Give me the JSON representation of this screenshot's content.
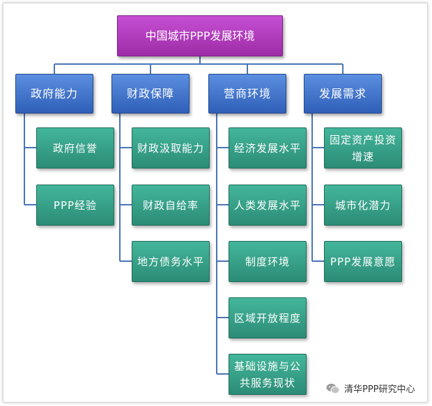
{
  "root": {
    "label": "中国城市PPP发展环境"
  },
  "categories": [
    {
      "label": "政府能力",
      "items": [
        "政府信誉",
        "PPP经验"
      ]
    },
    {
      "label": "财政保障",
      "items": [
        "财政汲取能力",
        "财政自给率",
        "地方债务水平"
      ]
    },
    {
      "label": "营商环境",
      "items": [
        "经济发展水平",
        "人类发展水平",
        "制度环境",
        "区域开放程度",
        "基础设施与公共服务现状"
      ]
    },
    {
      "label": "发展需求",
      "items": [
        "固定资产投资增速",
        "城市化潜力",
        "PPP发展意愿"
      ]
    }
  ],
  "watermark": {
    "text": "清华PPP研究中心",
    "icon": "wechat-icon"
  },
  "colors": {
    "root": "#b03bbb",
    "category": "#3f72cc",
    "leaf": "#36a088",
    "connector": "#4a74b8"
  }
}
